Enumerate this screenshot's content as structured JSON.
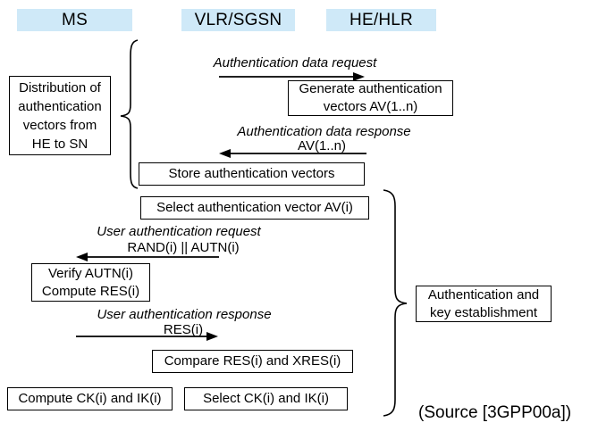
{
  "colors": {
    "lifeline_header_bg": "#cfe9f8",
    "line": "#000000",
    "background": "#ffffff"
  },
  "lifelines": [
    {
      "label": "MS"
    },
    {
      "label": "VLR/SGSN"
    },
    {
      "label": "HE/HLR"
    }
  ],
  "messages": [
    {
      "title": "Authentication data request",
      "detail": "",
      "direction": "right"
    },
    {
      "title": "Authentication data response",
      "detail": "AV(1..n)",
      "direction": "left"
    },
    {
      "title": "User authentication request",
      "detail": "RAND(i) || AUTN(i)",
      "direction": "left"
    },
    {
      "title": "User authentication response",
      "detail": "RES(i)",
      "direction": "right"
    }
  ],
  "boxes": {
    "generate": {
      "lines": [
        "Generate authentication",
        "vectors AV(1..n)"
      ]
    },
    "store": {
      "lines": [
        "Store authentication vectors"
      ]
    },
    "select_av": {
      "lines": [
        "Select authentication vector AV(i)"
      ]
    },
    "verify": {
      "lines": [
        "Verify AUTN(i)",
        "Compute RES(i)"
      ]
    },
    "compare": {
      "lines": [
        "Compare RES(i) and XRES(i)"
      ]
    },
    "compute_ck": {
      "lines": [
        "Compute CK(i) and IK(i)"
      ]
    },
    "select_ck": {
      "lines": [
        "Select CK(i) and IK(i)"
      ]
    }
  },
  "phase_labels": {
    "distribution": {
      "lines": [
        "Distribution of",
        "authentication",
        "vectors from",
        "HE to SN"
      ]
    },
    "auth_key": {
      "lines": [
        "Authentication and",
        "key establishment"
      ]
    }
  },
  "source": "(Source [3GPP00a])"
}
